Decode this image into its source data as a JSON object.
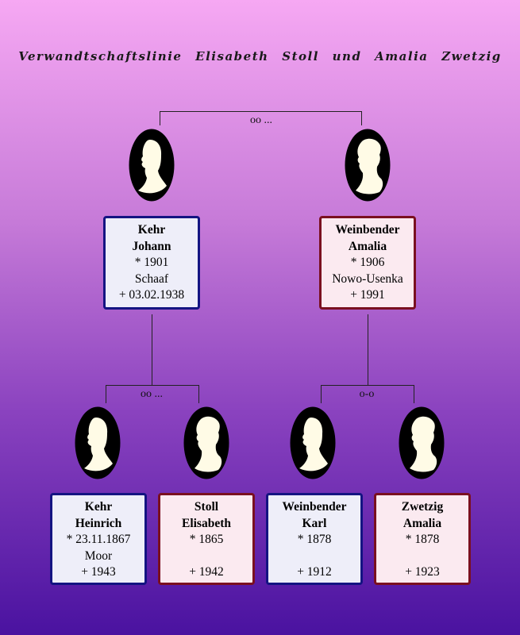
{
  "title": "Verwandtschaftslinie Elisabeth Stoll und Amalia Zwetzig",
  "colors": {
    "male_border": "#141482",
    "female_border": "#7a1020",
    "male_fill": "#eeeef9",
    "female_fill": "#fbeaf0"
  },
  "connectors": {
    "top": "oo ...",
    "bottom_left": "oo ...",
    "bottom_right": "o-o"
  },
  "persons": {
    "kehr_johann": {
      "surname": "Kehr",
      "given": "Johann",
      "born": "* 1901",
      "place": "Schaaf",
      "died": "+ 03.02.1938",
      "sex": "male"
    },
    "weinbender_amalia": {
      "surname": "Weinbender",
      "given": "Amalia",
      "born": "* 1906",
      "place": "Nowo-Usenka",
      "died": "+ 1991",
      "sex": "female"
    },
    "kehr_heinrich": {
      "surname": "Kehr",
      "given": "Heinrich",
      "born": "* 23.11.1867",
      "place": "Moor",
      "died": "+ 1943",
      "sex": "male"
    },
    "stoll_elisabeth": {
      "surname": "Stoll",
      "given": "Elisabeth",
      "born": "* 1865",
      "place": "",
      "died": "+ 1942",
      "sex": "female"
    },
    "weinbender_karl": {
      "surname": "Weinbender",
      "given": "Karl",
      "born": "* 1878",
      "place": "",
      "died": "+ 1912",
      "sex": "male"
    },
    "zwetzig_amalia": {
      "surname": "Zwetzig",
      "given": "Amalia",
      "born": "* 1878",
      "place": "",
      "died": "+ 1923",
      "sex": "female"
    }
  }
}
